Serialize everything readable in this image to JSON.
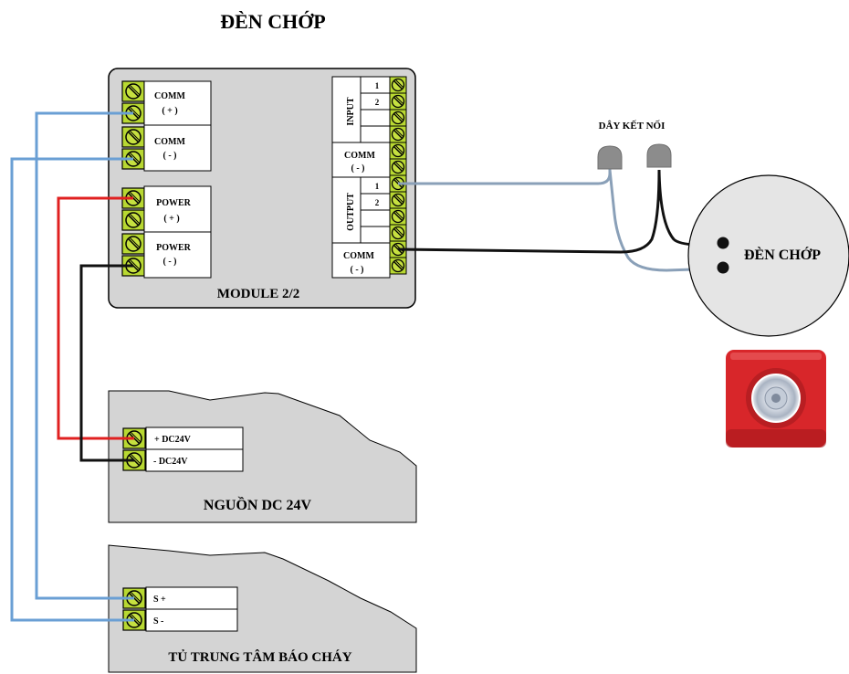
{
  "title": "ĐÈN CHỚP",
  "module": {
    "name": "MODULE 2/2",
    "left_blocks": [
      {
        "line1": "COMM",
        "line2": "( + )"
      },
      {
        "line1": "COMM",
        "line2": "( - )"
      },
      {
        "line1": "POWER",
        "line2": "( + )"
      },
      {
        "line1": "POWER",
        "line2": "( - )"
      }
    ],
    "input_label": "INPUT",
    "output_label": "OUTPUT",
    "pin_1": "1",
    "pin_2": "2",
    "right_comm_1": {
      "line1": "COMM",
      "line2": "( - )"
    },
    "right_comm_2": {
      "line1": "COMM",
      "line2": "( - )"
    }
  },
  "power_supply": {
    "name": "NGUỒN DC 24V",
    "terminals": [
      "+ DC24V",
      "-  DC24V"
    ]
  },
  "fire_panel": {
    "name": "TỦ TRUNG TÂM BÁO CHÁY",
    "terminals": [
      "S +",
      "S  -"
    ]
  },
  "connector_label": "DÂY KẾT NỐI",
  "strobe_label": "ĐÈN CHỚP",
  "colors": {
    "blue_wire": "#6a9fd4",
    "red_wire": "#e02020",
    "black_wire": "#111111",
    "grey_wire": "#8aa0b8",
    "terminal_green": "#b8d832",
    "box_fill": "#d4d4d4",
    "strobe_red": "#d8262a"
  }
}
